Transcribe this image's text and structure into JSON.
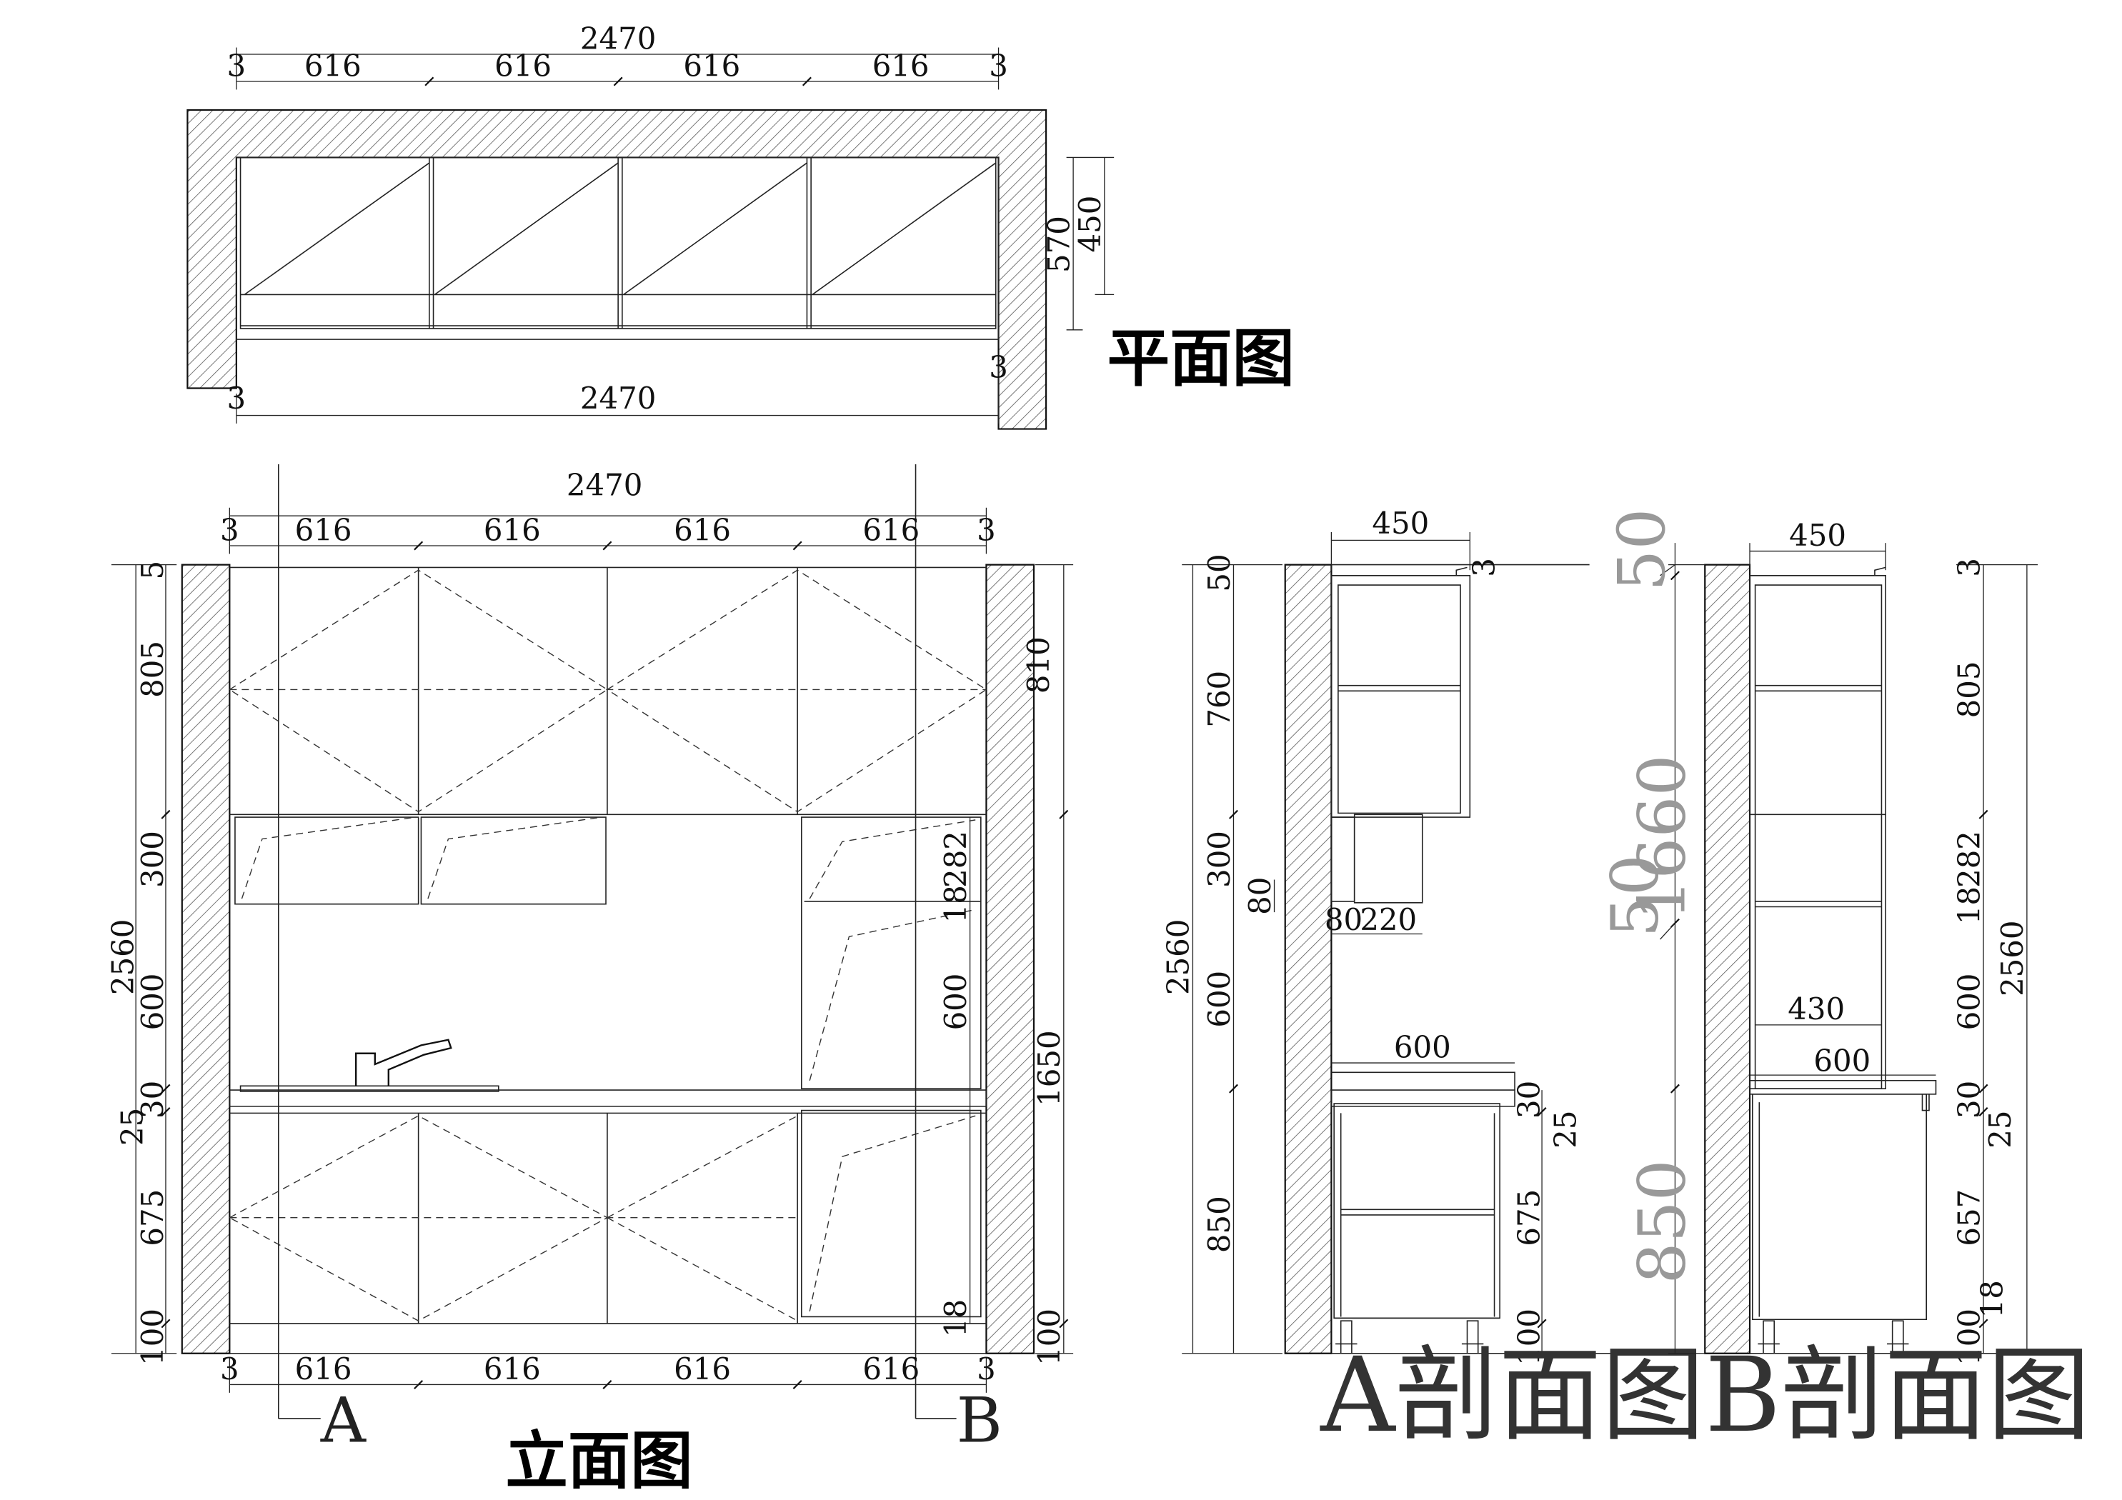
{
  "plan": {
    "title": "平面图",
    "top_total": "2470",
    "bottom_total": "2470",
    "gap": "3",
    "module": "616",
    "depth_outer": "570",
    "depth_inner": "450"
  },
  "elevation": {
    "title": "立面图",
    "top_total": "2470",
    "gap": "3",
    "module": "616",
    "section_a": "A",
    "section_b": "B",
    "left_dims": [
      "5",
      "805",
      "300",
      "600",
      "30",
      "25",
      "675",
      "100"
    ],
    "left_total": "2560",
    "right_dims": [
      "810",
      "282",
      "18",
      "600",
      "1650",
      "18",
      "100"
    ]
  },
  "section_a": {
    "title": "A剖面图",
    "width_top": "450",
    "gap_top": "3",
    "left_total": "2560",
    "left_dims": [
      "50",
      "760",
      "300",
      "600",
      "850"
    ],
    "dim_80_v": "80",
    "dim_80_h": "80",
    "dim_220": "220",
    "counter": "600",
    "right_dims": [
      "30",
      "25",
      "675",
      "100"
    ]
  },
  "section_b": {
    "title": "B剖面图",
    "width_top": "450",
    "left_dims": [
      "50",
      "1660",
      "50",
      "850"
    ],
    "shelf_width": "430",
    "counter": "600",
    "right_dims": [
      "3",
      "805",
      "282",
      "18",
      "600",
      "30",
      "25",
      "657",
      "18",
      "100"
    ],
    "right_total": "2560"
  }
}
